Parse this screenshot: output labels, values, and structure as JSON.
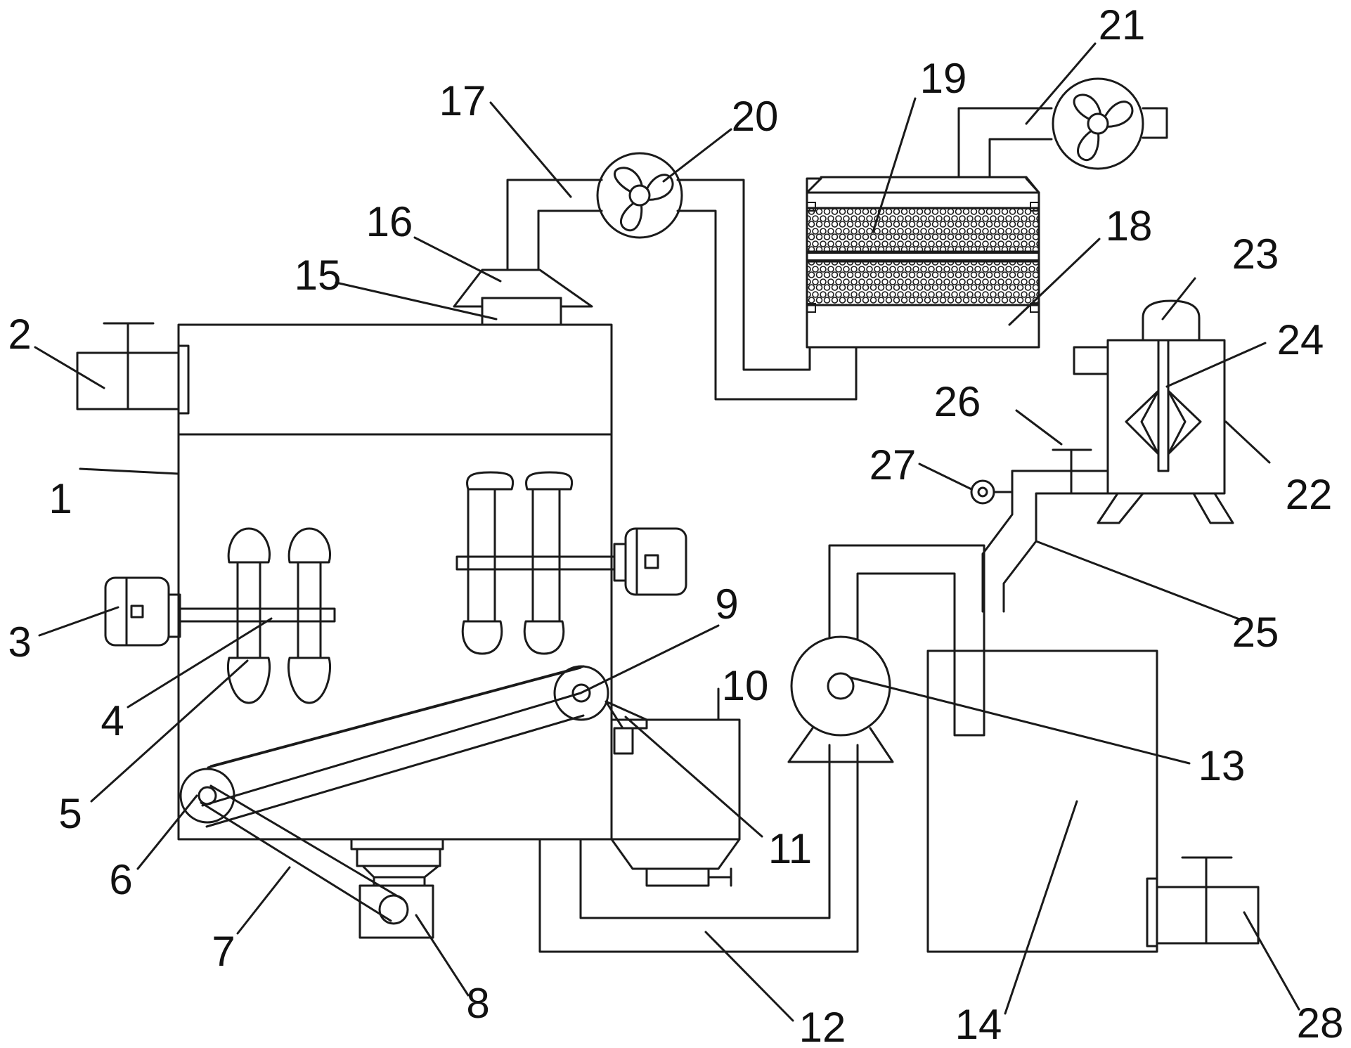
{
  "labels": {
    "n1": "1",
    "n2": "2",
    "n3": "3",
    "n4": "4",
    "n5": "5",
    "n6": "6",
    "n7": "7",
    "n8": "8",
    "n9": "9",
    "n10": "10",
    "n11": "11",
    "n12": "12",
    "n13": "13",
    "n14": "14",
    "n15": "15",
    "n16": "16",
    "n17": "17",
    "n18": "18",
    "n19": "19",
    "n20": "20",
    "n21": "21",
    "n22": "22",
    "n23": "23",
    "n24": "24",
    "n25": "25",
    "n26": "26",
    "n27": "27",
    "n28": "28"
  },
  "style": {
    "stroke": "#1a1a1a",
    "background": "#ffffff"
  }
}
